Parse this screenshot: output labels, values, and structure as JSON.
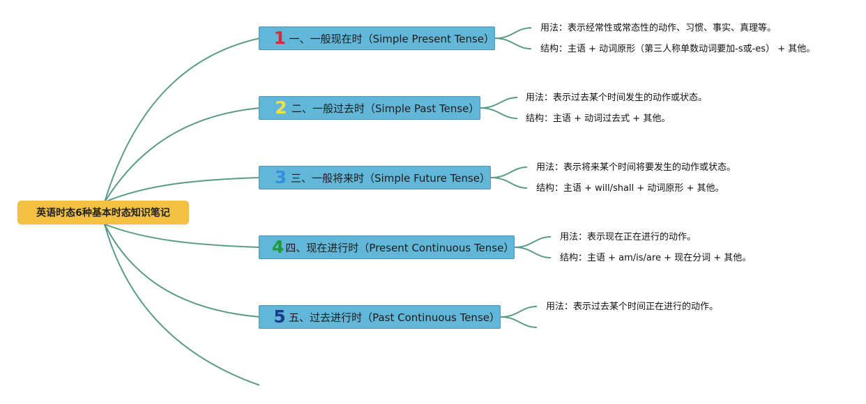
{
  "root": {
    "title": "英语时态6种基本时态知识笔记"
  },
  "branches": [
    {
      "number": "1",
      "number_color": "#d62a3a",
      "label": "一、一般现在时（Simple Present Tense）",
      "leaves": [
        "用法：表示经常性或常态性的动作、习惯、事实、真理等。",
        "结构：主语 + 动词原形（第三人称单数动词要加-s或-es） + 其他。"
      ]
    },
    {
      "number": "2",
      "number_color": "#f1e04a",
      "label": "二、一般过去时（Simple Past Tense）",
      "leaves": [
        "用法：表示过去某个时间发生的动作或状态。",
        "结构：主语 + 动词过去式 + 其他。"
      ]
    },
    {
      "number": "3",
      "number_color": "#2f8fe0",
      "label": "三、一般将来时（Simple Future Tense）",
      "leaves": [
        "用法：表示将来某个时间将要发生的动作或状态。",
        "结构：主语 + will/shall + 动词原形 + 其他。"
      ]
    },
    {
      "number": "4",
      "number_color": "#1f9a3a",
      "label": "四、现在进行时（Present Continuous Tense）",
      "leaves": [
        "用法：表示现在正在进行的动作。",
        "结构：主语 + am/is/are + 现在分词 + 其他。"
      ]
    },
    {
      "number": "5",
      "number_color": "#1b3a8c",
      "label": "五、过去进行时（Past Continuous Tense）",
      "leaves": [
        "用法：表示过去某个时间正在进行的动作。",
        ""
      ]
    }
  ],
  "colors": {
    "connector": "#5a9a8a",
    "root_fill": "#f2c043",
    "branch_fill": "#62b7d8"
  }
}
